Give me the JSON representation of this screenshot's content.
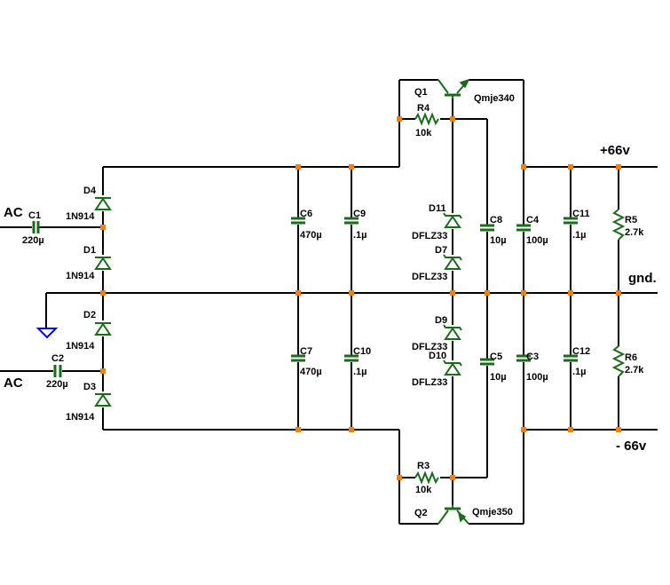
{
  "colors": {
    "wire": "#000000",
    "component": "#1a6b1a",
    "node": "#ff8000",
    "ground_symbol": "#0000ff",
    "background": "#ffffff"
  },
  "inputs": {
    "ac_top": "AC",
    "ac_bottom": "AC"
  },
  "rails": {
    "positive": "+66v",
    "ground": "gnd.",
    "negative": "- 66v"
  },
  "components": {
    "C1": {
      "ref": "C1",
      "value": "220µ"
    },
    "C2": {
      "ref": "C2",
      "value": "220µ"
    },
    "D1": {
      "ref": "D1",
      "value": "1N914"
    },
    "D2": {
      "ref": "D2",
      "value": "1N914"
    },
    "D3": {
      "ref": "D3",
      "value": "1N914"
    },
    "D4": {
      "ref": "D4",
      "value": "1N914"
    },
    "C6": {
      "ref": "C6",
      "value": "470µ"
    },
    "C7": {
      "ref": "C7",
      "value": "470µ"
    },
    "C9": {
      "ref": "C9",
      "value": ".1µ"
    },
    "C10": {
      "ref": "C10",
      "value": ".1µ"
    },
    "D11": {
      "ref": "D11",
      "value": "DFLZ33"
    },
    "D7": {
      "ref": "D7",
      "value": "DFLZ33"
    },
    "D9": {
      "ref": "D9",
      "value": "DFLZ33"
    },
    "D10": {
      "ref": "D10",
      "value": "DFLZ33"
    },
    "C8": {
      "ref": "C8",
      "value": "10µ"
    },
    "C5": {
      "ref": "C5",
      "value": "10µ"
    },
    "C4": {
      "ref": "C4",
      "value": "100µ"
    },
    "C3": {
      "ref": "C3",
      "value": "100µ"
    },
    "C11": {
      "ref": "C11",
      "value": ".1µ"
    },
    "C12": {
      "ref": "C12",
      "value": ".1µ"
    },
    "R5": {
      "ref": "R5",
      "value": "2.7k"
    },
    "R6": {
      "ref": "R6",
      "value": "2.7k"
    },
    "R4": {
      "ref": "R4",
      "value": "10k"
    },
    "R3": {
      "ref": "R3",
      "value": "10k"
    },
    "Q1": {
      "ref": "Q1",
      "value": "Qmje340"
    },
    "Q2": {
      "ref": "Q2",
      "value": "Qmje350"
    }
  }
}
